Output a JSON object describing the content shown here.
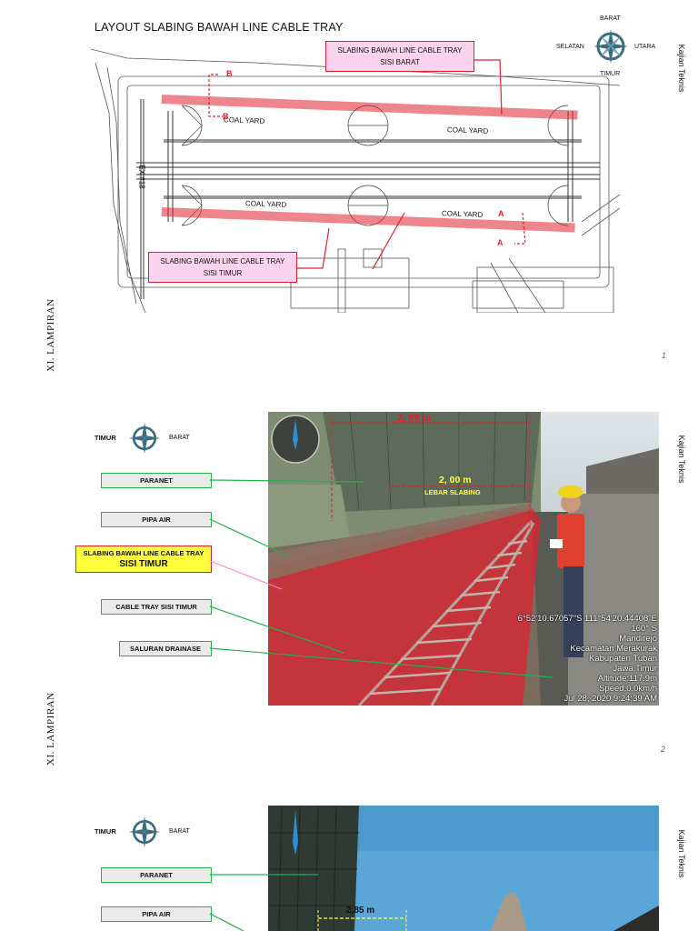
{
  "page1": {
    "title": "LAYOUT SLABING BAWAH LINE CABLE TRAY",
    "compass": {
      "top": "BARAT",
      "left": "SELATAN",
      "right": "UTARA",
      "bottom": "TIMUR"
    },
    "callout_barat": [
      "SLABING BAWAH LINE CABLE TRAY",
      "SISI BARAT"
    ],
    "callout_timur": [
      "SLABING BAWAH LINE CABLE TRAY",
      "SISI TIMUR"
    ],
    "coal_yard": [
      "COAL YARD",
      "COAL YARD",
      "COAL YARD",
      "COAL YARD"
    ],
    "section_b_top": "B",
    "section_b_bottom": "B",
    "section_a_top": "A",
    "section_a_bottom": "A",
    "building_label": "EX #18",
    "side_left": "XI. LAMPIRAN",
    "side_right": "Kajian Teknis",
    "page_number": "1"
  },
  "page2": {
    "compass": {
      "left": "TIMUR",
      "right": "BARAT"
    },
    "labels": {
      "paranet": "PARANET",
      "pipa_air": "PIPA AIR",
      "slabing_line1": "SLABING BAWAH LINE CABLE TRAY",
      "slabing_line2": "SISI TIMUR",
      "cable_tray": "CABLE TRAY  SISI TIMUR",
      "saluran": "SALURAN DRAINASE"
    },
    "dim_top": "2, 85 m",
    "dim_mid": "2, 00 m",
    "dim_mid_sub": "LEBAR SLABING",
    "overlay": [
      "6°52'10.67057\"S 111°54'20.44408\"E",
      "160° S",
      "Mandirejo",
      "Kecamatan Merakurak",
      "Kabupaten Tuban",
      "Jawa Timur",
      "Altitude:117.9m",
      "Speed:0.0km/h",
      "Jul 28, 2020 9:24:39 AM"
    ],
    "side_left": "XI. LAMPIRAN",
    "side_right": "Kajian Teknis",
    "page_number": "2"
  },
  "page3": {
    "compass": {
      "left": "TIMUR",
      "right": "BARAT"
    },
    "labels": {
      "paranet": "PARANET",
      "pipa_air": "PIPA AIR"
    },
    "dim_top": "2,85 m",
    "side_right": "Kajian Teknis"
  },
  "colors": {
    "red": "#e0202f",
    "green": "#22b14c",
    "pink": "#fbd3ee",
    "yellow": "#ffff3c",
    "teal": "#3a6d82"
  }
}
